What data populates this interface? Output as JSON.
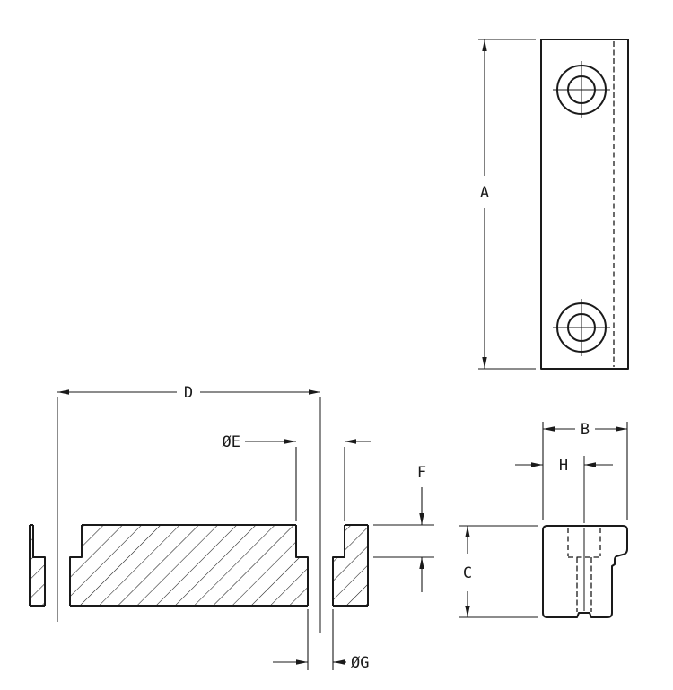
{
  "drawing": {
    "top_view_dims": {
      "height": "A"
    },
    "front_section_dims": {
      "hole_spacing": "D",
      "counterbore_dia": "ØE",
      "counterbore_depth": "F",
      "hole_dia": "ØG"
    },
    "side_view_dims": {
      "width": "B",
      "hole_offset": "H",
      "thickness": "C"
    }
  }
}
